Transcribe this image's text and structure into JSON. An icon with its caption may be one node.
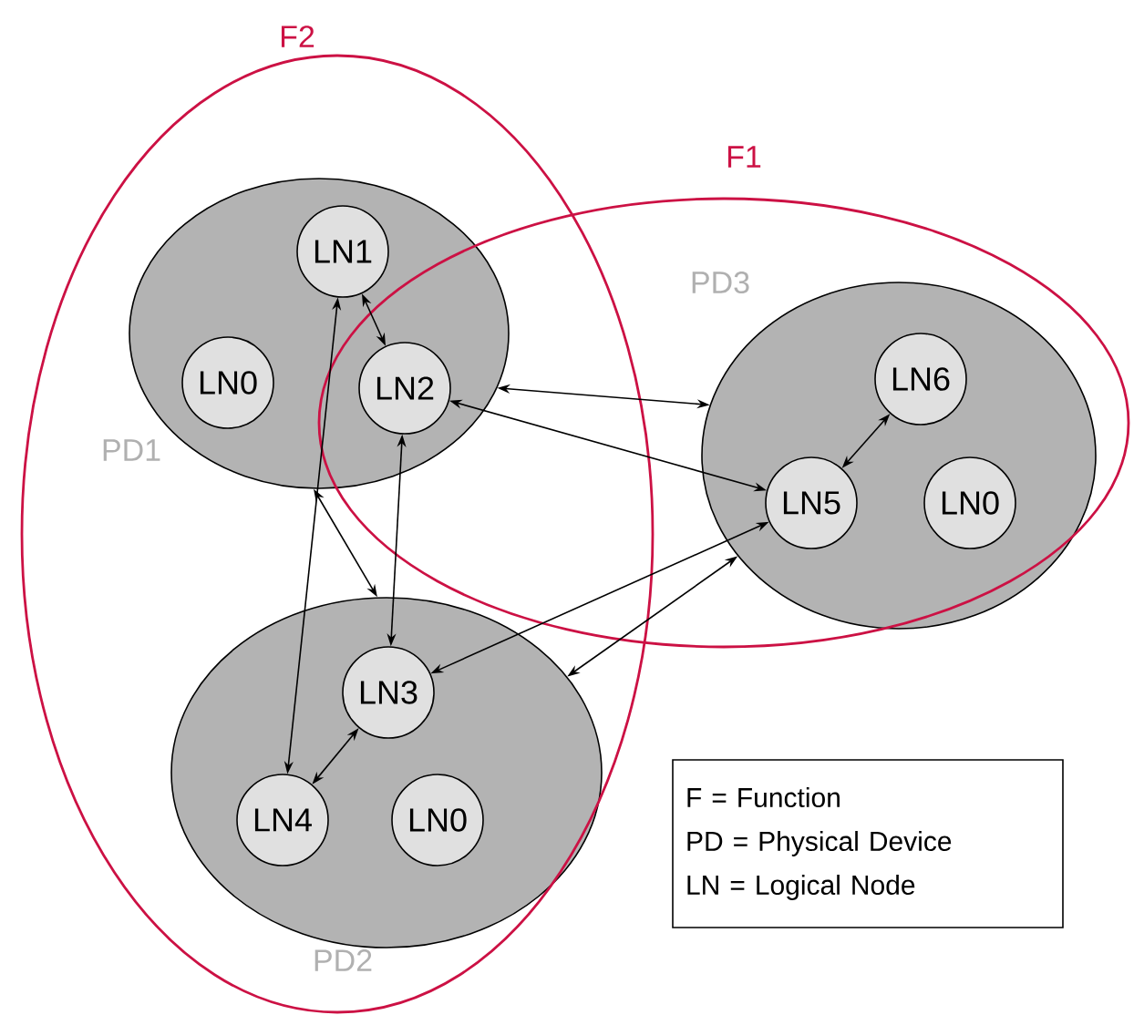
{
  "diagram": {
    "nodes": [
      {
        "text": [
          "PD1"
        ]
      },
      {
        "text": [
          "LN1"
        ],
        "in": 0
      },
      {
        "text": [
          "LN0"
        ],
        "in": 0
      },
      {
        "text": [
          "LN2"
        ],
        "in": 0
      },
      {
        "text": [
          "PD2"
        ]
      },
      {
        "text": [
          "LN3"
        ],
        "in": 4
      },
      {
        "text": [
          "LN4"
        ],
        "in": 4
      },
      {
        "text": [
          "LN0"
        ],
        "in": 4
      },
      {
        "text": [
          "PD3"
        ]
      },
      {
        "text": [
          "LN6"
        ],
        "in": 8
      },
      {
        "text": [
          "LN5"
        ],
        "in": 8
      },
      {
        "text": [
          "LN0"
        ],
        "in": 8
      },
      {
        "text": [
          "F = Function",
          "PD = Physical Device",
          "LN = Logical Node"
        ]
      }
    ],
    "edges": [
      {
        "from": 1,
        "to": 3,
        "arrow": "both"
      },
      {
        "from": 1,
        "to": 6,
        "arrow": "both"
      },
      {
        "from": 3,
        "to": 5,
        "arrow": "both"
      },
      {
        "from": 0,
        "to": 4,
        "arrow": "both"
      },
      {
        "from": 5,
        "to": 6,
        "arrow": "both"
      },
      {
        "from": 0,
        "to": 8,
        "arrow": "both"
      },
      {
        "from": 3,
        "to": 10,
        "arrow": "both"
      },
      {
        "from": 5,
        "to": 10,
        "arrow": "both"
      },
      {
        "from": 4,
        "to": 8,
        "arrow": "both"
      },
      {
        "from": 9,
        "to": 10,
        "arrow": "both"
      }
    ],
    "labels": [
      "F2",
      "F1"
    ]
  }
}
